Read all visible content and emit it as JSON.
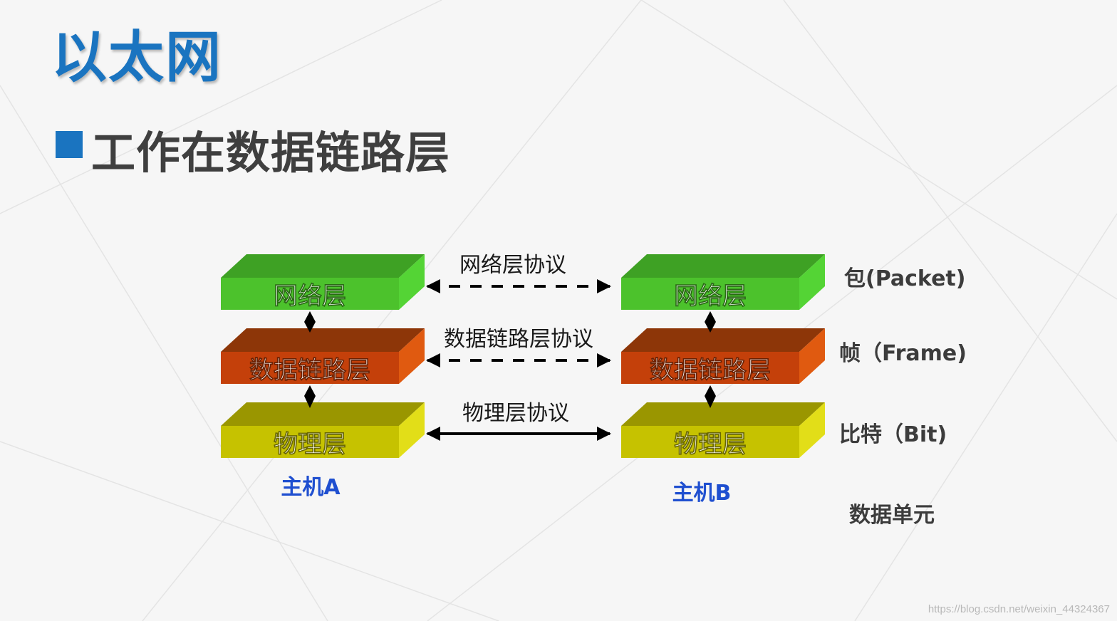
{
  "title": "以太网",
  "subtitle": "工作在数据链路层",
  "layers": {
    "network": "网络层",
    "datalink": "数据链路层",
    "physical": "物理层"
  },
  "protocols": {
    "network": "网络层协议",
    "datalink": "数据链路层协议",
    "physical": "物理层协议"
  },
  "hosts": {
    "a": "主机A",
    "b": "主机B"
  },
  "units": {
    "network": "包(Packet)",
    "datalink": "帧（Frame)",
    "physical": "比特（Bit)",
    "header": "数据单元"
  },
  "colors": {
    "title": "#1a74c0",
    "network_front": "#4cc22c",
    "datalink_front": "#c4400a",
    "physical_front": "#c6c200",
    "host_label": "#1f4fd0"
  },
  "watermark": "https://blog.csdn.net/weixin_44324367"
}
